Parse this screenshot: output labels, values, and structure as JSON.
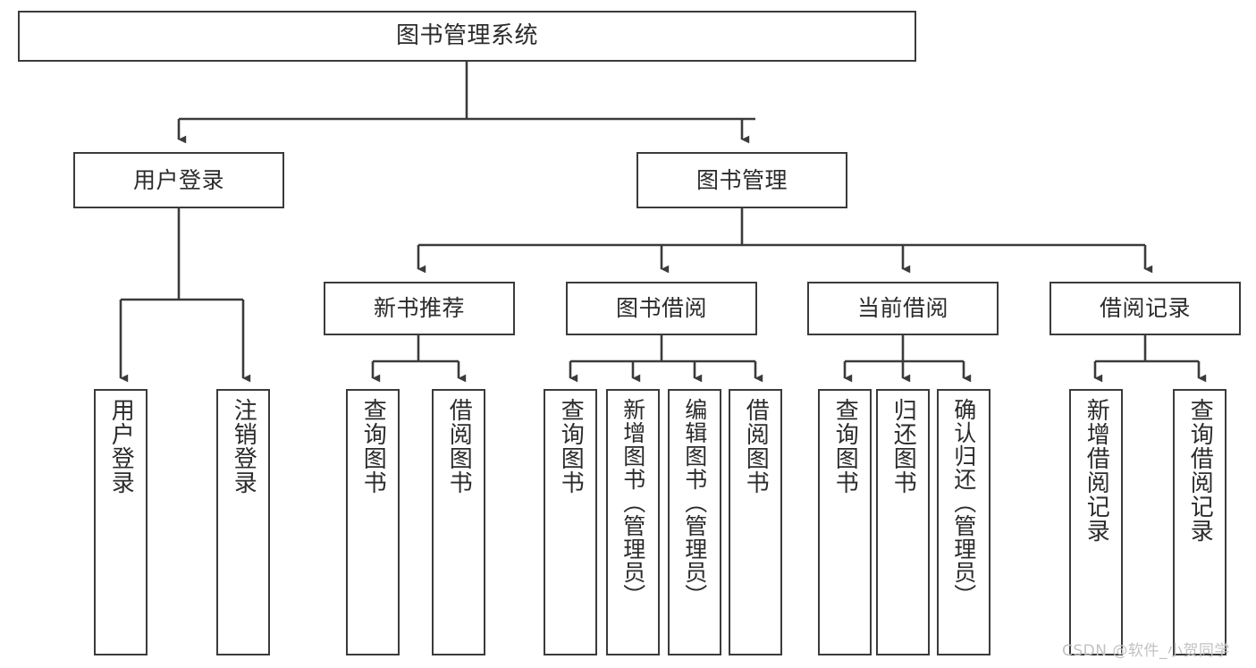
{
  "diagram": {
    "type": "tree-hierarchy",
    "title": "图书管理系统",
    "watermark": "CSDN @软件_小贺同学",
    "colors": {
      "box_border": "#3b3b3b",
      "box_fill": "#ffffff",
      "connector": "#3b3b3b",
      "text": "#2b2b2b",
      "watermark": "#c2c2c2",
      "background": "#ffffff"
    },
    "levels": {
      "level1": [
        "图书管理系统"
      ],
      "level2": [
        "用户登录",
        "图书管理"
      ],
      "level3": [
        "新书推荐",
        "图书借阅",
        "当前借阅",
        "借阅记录"
      ],
      "level4": [
        "用户登录",
        "注销登录",
        "查询图书",
        "借阅图书",
        "查询图书",
        "新增图书（管理员）",
        "编辑图书（管理员）",
        "借阅图书",
        "查询图书",
        "归还图书",
        "确认归还（管理员）",
        "新增借阅记录",
        "查询借阅记录"
      ]
    },
    "nodes": {
      "root": {
        "label": "图书管理系统"
      },
      "user_login": {
        "label": "用户登录"
      },
      "book_manage": {
        "label": "图书管理"
      },
      "new_book_rec": {
        "label": "新书推荐"
      },
      "book_borrow": {
        "label": "图书借阅"
      },
      "current_borrow": {
        "label": "当前借阅"
      },
      "borrow_record": {
        "label": "借阅记录"
      },
      "leaf_user_login": {
        "label": "用户登录"
      },
      "leaf_logout": {
        "label": "注销登录"
      },
      "leaf_query_book_1": {
        "label": "查询图书"
      },
      "leaf_borrow_book_1": {
        "label": "借阅图书"
      },
      "leaf_query_book_2": {
        "label": "查询图书"
      },
      "leaf_add_book": {
        "label": "新增图书（管理员）"
      },
      "leaf_edit_book": {
        "label": "编辑图书（管理员）"
      },
      "leaf_borrow_book_2": {
        "label": "借阅图书"
      },
      "leaf_query_book_3": {
        "label": "查询图书"
      },
      "leaf_return_book": {
        "label": "归还图书"
      },
      "leaf_confirm_return": {
        "label": "确认归还（管理员）"
      },
      "leaf_add_record": {
        "label": "新增借阅记录"
      },
      "leaf_query_record": {
        "label": "查询借阅记录"
      }
    },
    "edges": [
      {
        "from": "root",
        "to": "user_login"
      },
      {
        "from": "root",
        "to": "book_manage"
      },
      {
        "from": "user_login",
        "to": "leaf_user_login"
      },
      {
        "from": "user_login",
        "to": "leaf_logout"
      },
      {
        "from": "book_manage",
        "to": "new_book_rec"
      },
      {
        "from": "book_manage",
        "to": "book_borrow"
      },
      {
        "from": "book_manage",
        "to": "current_borrow"
      },
      {
        "from": "book_manage",
        "to": "borrow_record"
      },
      {
        "from": "new_book_rec",
        "to": "leaf_query_book_1"
      },
      {
        "from": "new_book_rec",
        "to": "leaf_borrow_book_1"
      },
      {
        "from": "book_borrow",
        "to": "leaf_query_book_2"
      },
      {
        "from": "book_borrow",
        "to": "leaf_add_book"
      },
      {
        "from": "book_borrow",
        "to": "leaf_edit_book"
      },
      {
        "from": "book_borrow",
        "to": "leaf_borrow_book_2"
      },
      {
        "from": "current_borrow",
        "to": "leaf_query_book_3"
      },
      {
        "from": "current_borrow",
        "to": "leaf_return_book"
      },
      {
        "from": "current_borrow",
        "to": "leaf_confirm_return"
      },
      {
        "from": "borrow_record",
        "to": "leaf_add_record"
      },
      {
        "from": "borrow_record",
        "to": "leaf_query_record"
      }
    ]
  }
}
